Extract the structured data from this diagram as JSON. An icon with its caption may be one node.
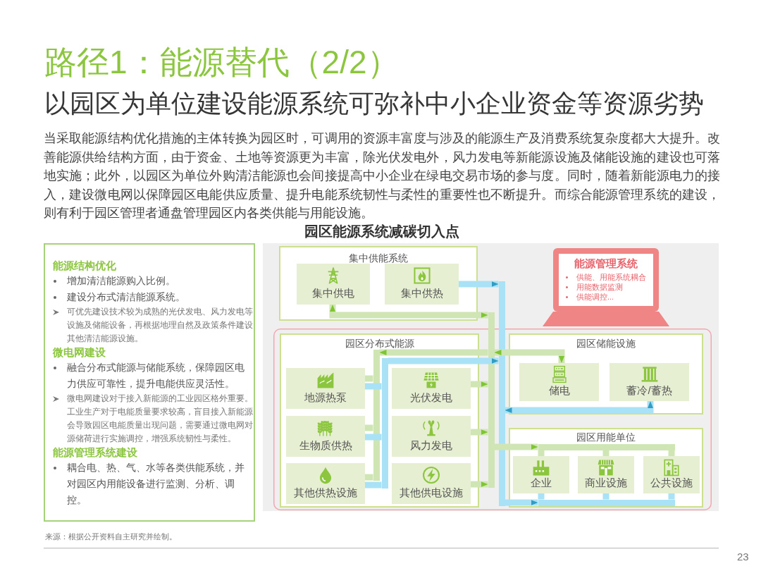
{
  "diagram": {
    "title": "路径1：能源替代（2/2）",
    "nodes": [
      {
        "text": [
          "能源结构优化",
          "增加清洁能源购入比例。",
          "建设分布式清洁能源系统。",
          "可优先建设技术较为成熟的光伏发电、风力发电等设施及储能设备，再根据地理自然及政策条件建设其他清洁能源设施。",
          "微电网建设",
          "融合分布式能源与储能系统，保障园区电力供应可靠性，提升电能供应灵活性。",
          "微电网建设对于接入新能源的工业园区格外重要。工业生产对于电能质量要求较高，盲目接入新能源会导致园区电能质量出现问题，需要通过微电网对源储荷进行实施调控，增强系统韧性与柔性。",
          "能源管理系统建设",
          "耦合电、热、气、水等各类供能系统，并对园区内用能设备进行监测、分析、调控。"
        ]
      },
      {
        "text": [
          "集中供能系统"
        ]
      },
      {
        "text": [
          "集中供电"
        ],
        "in": 1
      },
      {
        "text": [
          "集中供热"
        ],
        "in": 1
      },
      {
        "text": [
          "能源管理系统",
          "供能、用能系统耦合",
          "用能数据监测",
          "供能调控..."
        ]
      },
      {
        "text": [],
        "shape": "box"
      },
      {
        "text": [
          "园区分布式能源"
        ],
        "in": 5
      },
      {
        "text": [
          "地源热泵"
        ],
        "in": 6
      },
      {
        "text": [
          "光伏发电"
        ],
        "in": 6
      },
      {
        "text": [
          "生物质供热"
        ],
        "in": 6
      },
      {
        "text": [
          "风力发电"
        ],
        "in": 6
      },
      {
        "text": [
          "其他供热设施"
        ],
        "in": 6
      },
      {
        "text": [
          "其他供电设施"
        ],
        "in": 6
      },
      {
        "text": [
          "园区储能设施"
        ],
        "in": 5
      },
      {
        "text": [
          "储电"
        ],
        "in": 13
      },
      {
        "text": [
          "蓄冷/蓄热"
        ],
        "in": 13
      },
      {
        "text": [
          "园区用能单位"
        ],
        "in": 5
      },
      {
        "text": [
          "企业"
        ],
        "in": 16
      },
      {
        "text": [
          "商业设施"
        ],
        "in": 16
      },
      {
        "text": [
          "公共设施"
        ],
        "in": 16
      },
      {
        "text": [],
        "shape": "bar",
        "in": 6
      },
      {
        "text": [],
        "shape": "bar",
        "in": 6
      },
      {
        "text": [],
        "shape": "bar"
      },
      {
        "text": [],
        "shape": "bar"
      },
      {
        "text": [],
        "shape": "bar",
        "in": 16
      },
      {
        "text": [],
        "shape": "bar",
        "in": 16
      }
    ],
    "edges": [
      {
        "from": 2,
        "to": 22,
        "arrow": "both"
      },
      {
        "from": 3,
        "to": 23,
        "arrow": "to",
        "color": "#a9e2f6"
      },
      {
        "from": 8,
        "to": 22,
        "arrow": "to"
      },
      {
        "from": 10,
        "to": 22,
        "arrow": "to"
      },
      {
        "from": 12,
        "to": 22,
        "arrow": "to"
      },
      {
        "from": 22,
        "to": 20,
        "arrow": "to"
      },
      {
        "from": 20,
        "to": 7,
        "arrow": "none"
      },
      {
        "from": 20,
        "to": 9,
        "arrow": "none"
      },
      {
        "from": 20,
        "to": 11,
        "arrow": "none"
      },
      {
        "from": 7,
        "to": 21,
        "arrow": "none",
        "color": "#a9e2f6"
      },
      {
        "from": 9,
        "to": 21,
        "arrow": "none",
        "color": "#a9e2f6"
      },
      {
        "from": 11,
        "to": 21,
        "arrow": "none",
        "color": "#a9e2f6"
      },
      {
        "from": 21,
        "to": 23,
        "arrow": "to",
        "color": "#a9e2f6"
      },
      {
        "from": 22,
        "to": 14,
        "arrow": "both"
      },
      {
        "from": 23,
        "to": 15,
        "arrow": "both",
        "color": "#a9e2f6"
      },
      {
        "from": 22,
        "to": 24,
        "arrow": "to"
      },
      {
        "from": 24,
        "to": 17,
        "arrow": "none"
      },
      {
        "from": 24,
        "to": 18,
        "arrow": "none"
      },
      {
        "from": 24,
        "to": 19,
        "arrow": "none"
      },
      {
        "from": 23,
        "to": 25,
        "arrow": "to",
        "color": "#a9e2f6"
      },
      {
        "from": 25,
        "to": 17,
        "arrow": "none",
        "color": "#a9e2f6"
      },
      {
        "from": 25,
        "to": 18,
        "arrow": "none",
        "color": "#a9e2f6"
      },
      {
        "from": 25,
        "to": 19,
        "arrow": "none",
        "color": "#a9e2f6"
      }
    ],
    "labels": [
      "以园区为单位建设能源系统可弥补中小企业资金等资源劣势",
      "当采取能源结构优化措施的主体转换为园区时，可调用的资源丰富度与涉及的能源生产及消费系统复杂度都大大提升。改善能源供给结构方面，由于资金、土地等资源更为丰富，除光伏发电外，风力发电等新能源设施及储能设施的建设也可落地实施；此外，以园区为单位外购清洁能源也会间接提高中小企业在绿电交易市场的参与度。同时，随着新能源电力的接入，建设微电网以保障园区电能供应质量、提升电能系统韧性与柔性的重要性也不断提升。而综合能源管理系统的建设，则有利于园区管理者通盘管理园区内各类供能与用能设施。",
      "园区能源系统减碳切入点",
      "来源：根据公开资料自主研究并绘制。",
      "23"
    ]
  }
}
